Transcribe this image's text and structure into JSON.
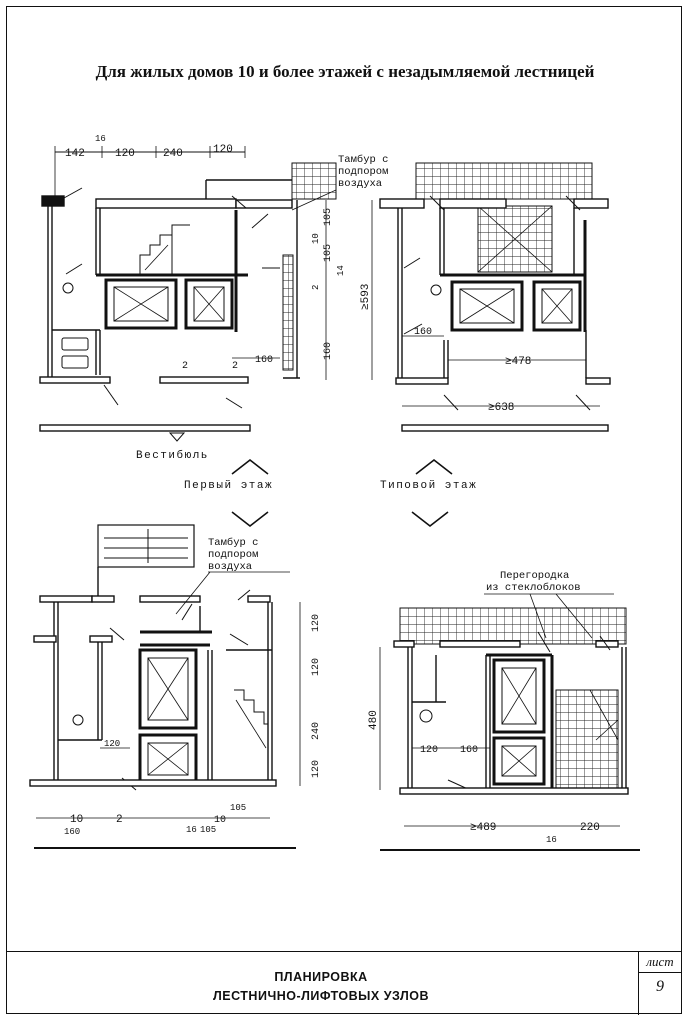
{
  "title": "Для жилых домов 10 и более этажей с незадымляемой лестницей",
  "plans": {
    "top_left": {
      "caption": "Первый этаж",
      "entrance_label": "Вестибюль",
      "airlock_label": [
        "Тамбур с",
        "подпором",
        "воздуха"
      ],
      "dims": [
        "142",
        "16",
        "120",
        "240",
        "120",
        "10",
        "105",
        "105",
        "14",
        "2",
        "160",
        "2",
        "2",
        "160"
      ]
    },
    "top_right": {
      "caption": "Типовой этаж",
      "dims": [
        "≥593",
        "160",
        "≥478",
        "≥638"
      ]
    },
    "bottom_left": {
      "airlock_label": [
        "Тамбур с",
        "подпором",
        "воздуха"
      ],
      "dims": [
        "120",
        "120",
        "240",
        "120",
        "120",
        "10",
        "160",
        "2",
        "16",
        "105",
        "10",
        "105"
      ]
    },
    "bottom_right": {
      "partition_label": [
        "Перегородка",
        "из стеклоблоков"
      ],
      "dims": [
        "480",
        "120",
        "160",
        "≥489",
        "16",
        "220"
      ]
    }
  },
  "stamp": {
    "line1": "ПЛАНИРОВКА",
    "line2": "ЛЕСТНИЧНО-ЛИФТОВЫХ УЗЛОВ",
    "sheet_label": "лист",
    "sheet_number": "9"
  }
}
